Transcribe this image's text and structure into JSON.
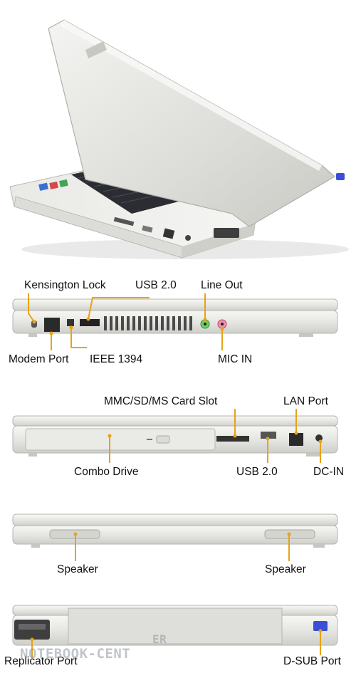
{
  "accent_color": "#e8a317",
  "labels": {
    "kensington_lock": "Kensington Lock",
    "usb_left": "USB 2.0",
    "line_out": "Line Out",
    "modem_port": "Modem Port",
    "ieee_1394": "IEEE 1394",
    "mic_in": "MIC IN",
    "card_slot": "MMC/SD/MS Card Slot",
    "lan_port": "LAN Port",
    "combo_drive": "Combo Drive",
    "usb_right": "USB 2.0",
    "dc_in": "DC-IN",
    "speaker_left": "Speaker",
    "speaker_right": "Speaker",
    "replicator_port": "Replicator Port",
    "dsub_port": "D-SUB Port"
  },
  "watermark": {
    "line1": "NOTEBOOK-CENT",
    "line2": "ER"
  }
}
